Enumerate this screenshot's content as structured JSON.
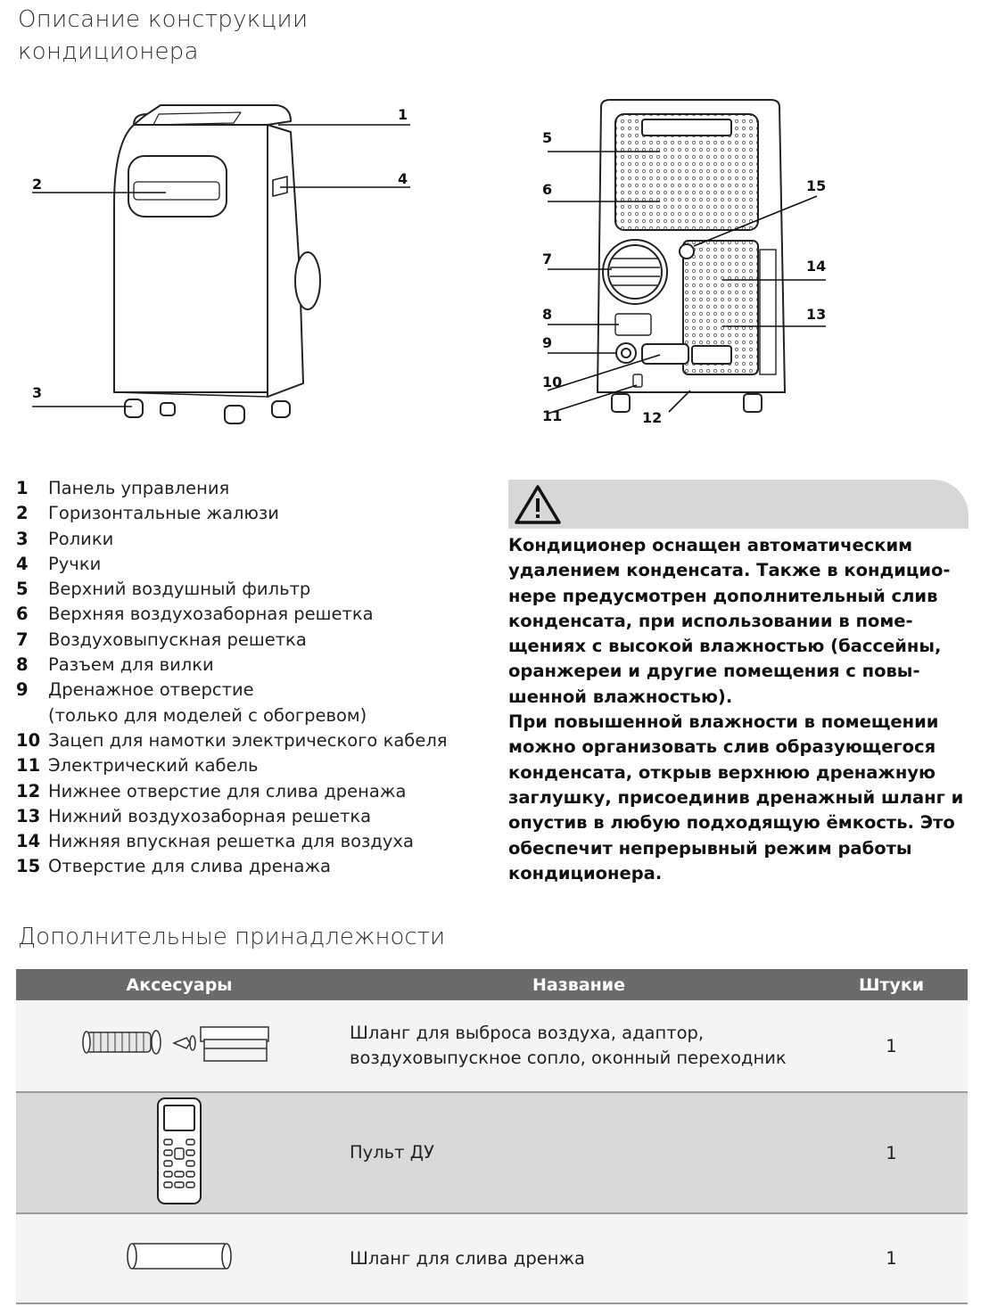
{
  "section1": {
    "title_line1": "Описание конструкции",
    "title_line2": "кондиционера"
  },
  "callouts": [
    "1",
    "2",
    "3",
    "4",
    "5",
    "6",
    "7",
    "8",
    "9",
    "10",
    "11",
    "12",
    "13",
    "14",
    "15"
  ],
  "parts": [
    {
      "num": "1",
      "label": "Панель управления"
    },
    {
      "num": "2",
      "label": "Горизонтальные жалюзи"
    },
    {
      "num": "3",
      "label": "Ролики"
    },
    {
      "num": "4",
      "label": "Ручки"
    },
    {
      "num": "5",
      "label": "Верхний воздушный фильтр"
    },
    {
      "num": "6",
      "label": "Верхняя воздухозаборная решетка"
    },
    {
      "num": "7",
      "label": "Воздуховыпускная решетка"
    },
    {
      "num": "8",
      "label": "Разъем для вилки"
    },
    {
      "num": "9",
      "label": "Дренажное отверстие"
    },
    {
      "num": "",
      "label": "(только для моделей с обогревом)"
    },
    {
      "num": "10",
      "label": "Зацеп для намотки электрического кабеля"
    },
    {
      "num": "11",
      "label": "Электрический кабель"
    },
    {
      "num": "12",
      "label": "Нижнее отверстие для слива дренажа"
    },
    {
      "num": "13",
      "label": "Нижний воздухозаборная решетка"
    },
    {
      "num": "14",
      "label": "Нижняя впускная решетка для воздуха"
    },
    {
      "num": "15",
      "label": " Отверстие для слива дренажа"
    }
  ],
  "warning": {
    "icon": "warning-triangle-icon",
    "paragraph1": "Кондиционер оснащен автоматическим удалением конденсата. Также в кондицио­нере предусмотрен дополнительный слив конденсата, при использовании в поме­щениях с высокой влажностью (бассейны, оранжереи и другие помещения с повы­шенной влажностью).",
    "paragraph2": "При повышенной влажности в помещении можно организовать слив образующегося конденсата, открыв верхнюю дренажную заглушку, присоединив дренажный шланг и опустив в любую подходящую ёмкость. Это обеспечит непрерывный режим рабо­ты кондиционера."
  },
  "accessories": {
    "title": "Дополнительные принадлежности",
    "headers": {
      "accessory": "Аксесуары",
      "name": "Название",
      "qty": "Штуки"
    },
    "rows": [
      {
        "icon": "hose-adapter-icon",
        "name": "Шланг для выброса воздуха, адаптор, воздуховыпускное сопло, оконный переходник",
        "qty": "1"
      },
      {
        "icon": "remote-control-icon",
        "name": "Пульт ДУ",
        "qty": "1"
      },
      {
        "icon": "drain-hose-icon",
        "name": "Шланг для слива дренжа",
        "qty": "1"
      }
    ]
  }
}
